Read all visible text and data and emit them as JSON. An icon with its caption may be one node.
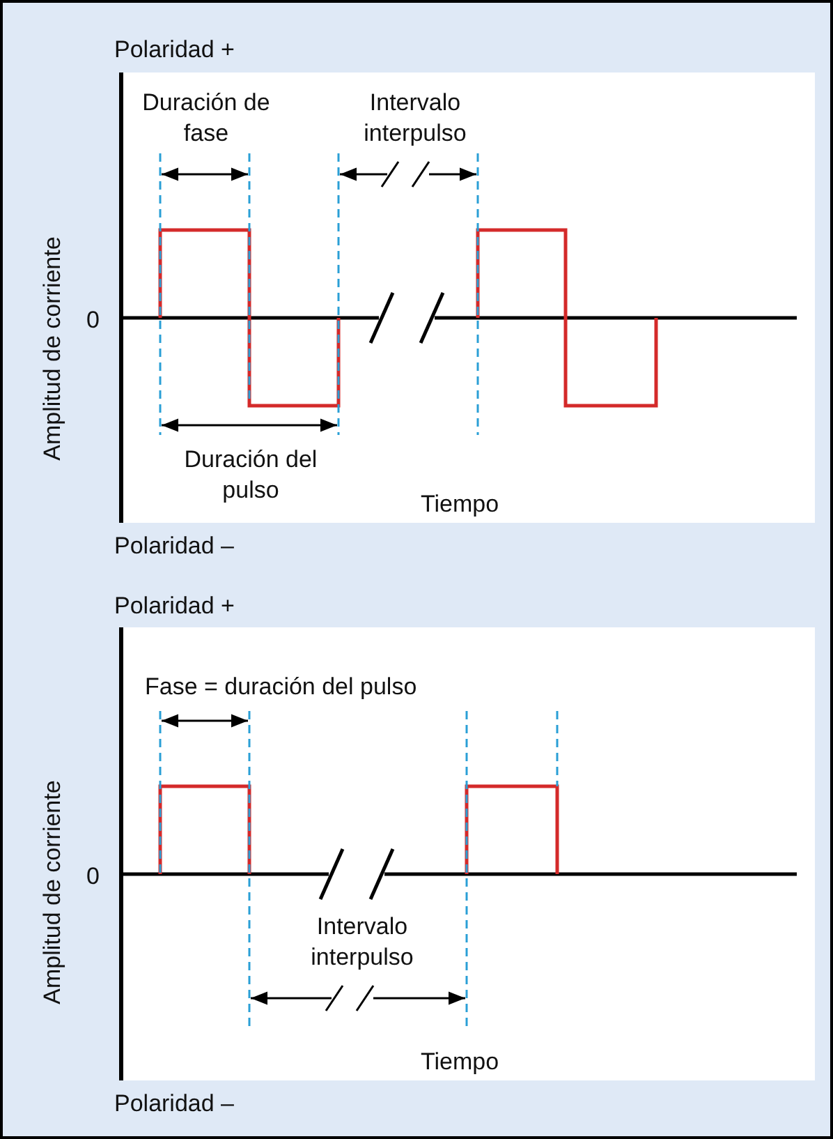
{
  "diagram": {
    "labels": [
      "Polaridad +",
      "Duración de fase",
      "Intervalo interpulso",
      "0",
      "Amplitud de corriente",
      "Duración del pulso",
      "Tiempo",
      "Polaridad –",
      "Polaridad +",
      "Fase = duración del pulso",
      "0",
      "Amplitud de corriente",
      "Intervalo interpulso",
      "Tiempo",
      "Polaridad –"
    ]
  }
}
